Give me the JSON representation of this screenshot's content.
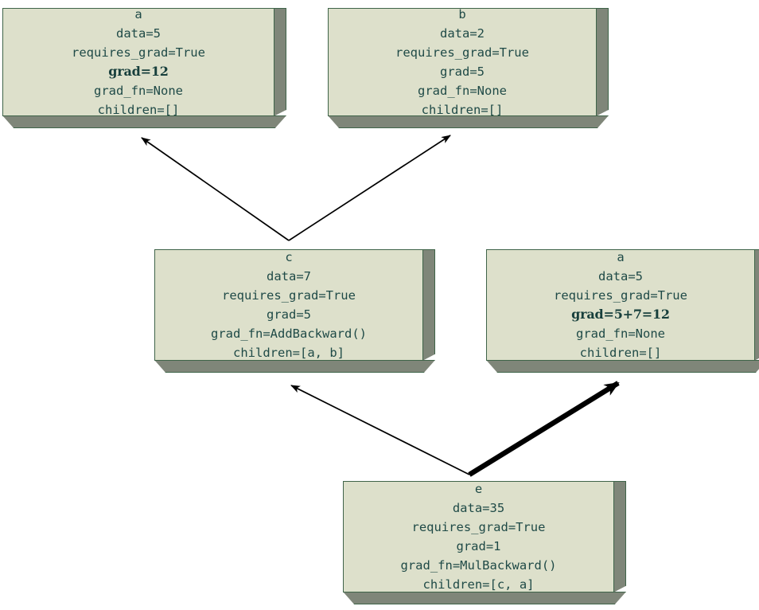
{
  "diagram": {
    "title": "Autograd computational graph",
    "colors": {
      "node_fill": "#dde0cb",
      "node_border": "#3f6449",
      "node_shadow": "#7f8679",
      "text": "#1f4a47",
      "edge": "#000000",
      "background": "#ffffff"
    }
  },
  "nodes": [
    {
      "id": "node-a-top",
      "name": "a",
      "lines": [
        {
          "text": "a",
          "bold": false
        },
        {
          "text": "data=5",
          "bold": false
        },
        {
          "text": "requires_grad=True",
          "bold": false
        },
        {
          "text": "grad=12",
          "bold": true
        },
        {
          "text": "grad_fn=None",
          "bold": false
        },
        {
          "text": "children=[]",
          "bold": false
        }
      ]
    },
    {
      "id": "node-b-top",
      "name": "b",
      "lines": [
        {
          "text": "b",
          "bold": false
        },
        {
          "text": "data=2",
          "bold": false
        },
        {
          "text": "requires_grad=True",
          "bold": false
        },
        {
          "text": "grad=5",
          "bold": false
        },
        {
          "text": "grad_fn=None",
          "bold": false
        },
        {
          "text": "children=[]",
          "bold": false
        }
      ]
    },
    {
      "id": "node-c-mid",
      "name": "c",
      "lines": [
        {
          "text": "c",
          "bold": false
        },
        {
          "text": "data=7",
          "bold": false
        },
        {
          "text": "requires_grad=True",
          "bold": false
        },
        {
          "text": "grad=5",
          "bold": false
        },
        {
          "text": "grad_fn=AddBackward()",
          "bold": false
        },
        {
          "text": "children=[a, b]",
          "bold": false
        }
      ]
    },
    {
      "id": "node-a-mid",
      "name": "a",
      "lines": [
        {
          "text": "a",
          "bold": false
        },
        {
          "text": "data=5",
          "bold": false
        },
        {
          "text": "requires_grad=True",
          "bold": false
        },
        {
          "text": "grad=5+7=12",
          "bold": true
        },
        {
          "text": "grad_fn=None",
          "bold": false
        },
        {
          "text": "children=[]",
          "bold": false
        }
      ]
    },
    {
      "id": "node-e-bottom",
      "name": "e",
      "lines": [
        {
          "text": "e",
          "bold": false
        },
        {
          "text": "data=35",
          "bold": false
        },
        {
          "text": "requires_grad=True",
          "bold": false
        },
        {
          "text": "grad=1",
          "bold": false
        },
        {
          "text": "grad_fn=MulBackward()",
          "bold": false
        },
        {
          "text": "children=[c, a]",
          "bold": false
        }
      ]
    }
  ],
  "edges": [
    {
      "id": "edge-c-to-a",
      "from": "c",
      "to": "a",
      "weight": "thin"
    },
    {
      "id": "edge-c-to-b",
      "from": "c",
      "to": "b",
      "weight": "thin"
    },
    {
      "id": "edge-e-to-c",
      "from": "e",
      "to": "c",
      "weight": "thin"
    },
    {
      "id": "edge-e-to-a",
      "from": "e",
      "to": "a",
      "weight": "thick"
    }
  ]
}
